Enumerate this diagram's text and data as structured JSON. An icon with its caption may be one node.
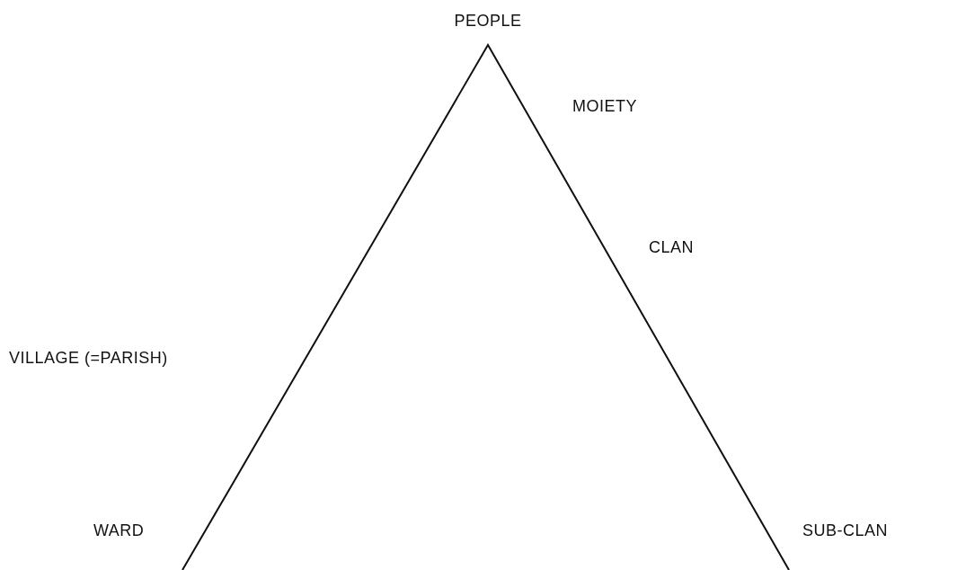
{
  "diagram": {
    "labels": [
      "PEOPLE",
      "MOIETY",
      "CLAN",
      "VILLAGE (=PARISH)",
      "WARD",
      "SUB-CLAN"
    ]
  }
}
